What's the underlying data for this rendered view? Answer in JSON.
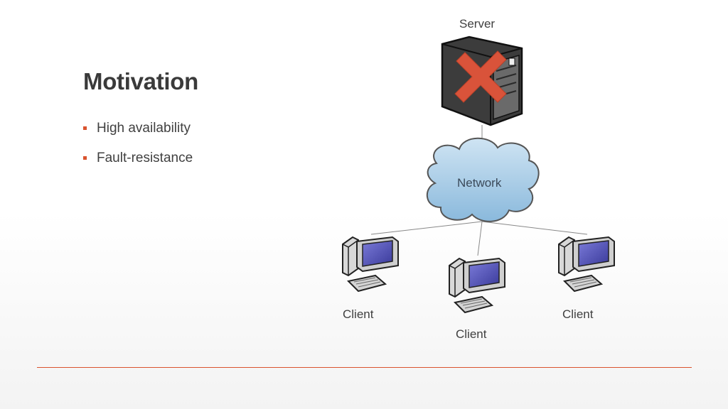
{
  "slide": {
    "title": "Motivation",
    "bullets": [
      "High availability",
      "Fault-resistance"
    ]
  },
  "diagram": {
    "server_label": "Server",
    "network_label": "Network",
    "client_labels": [
      "Client",
      "Client",
      "Client"
    ]
  },
  "colors": {
    "accent": "#d9532e",
    "x_mark": "#d9533a",
    "cloud": "#a9cde6",
    "screen": "#5353b8"
  }
}
